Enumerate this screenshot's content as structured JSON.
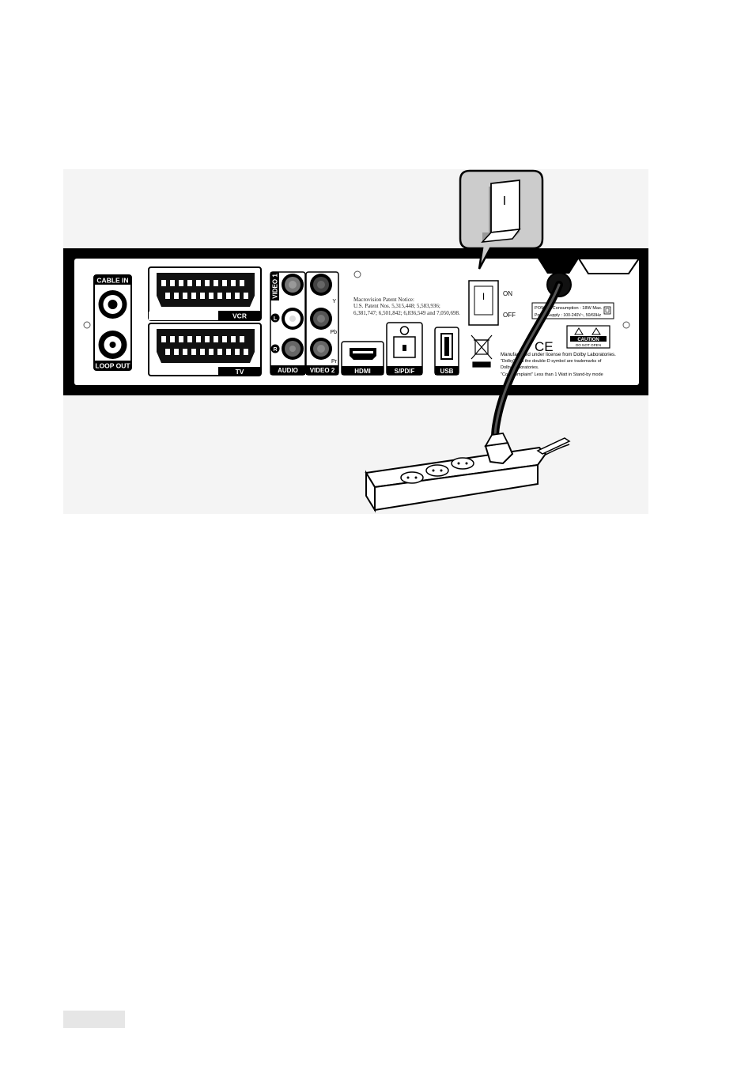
{
  "rear_panel": {
    "cable_in": "CABLE IN",
    "loop_out": "LOOP OUT",
    "vcr": "VCR",
    "tv": "TV",
    "video1": "VIDEO 1",
    "audio": "AUDIO",
    "video2": "VIDEO 2",
    "audio_left": "L",
    "audio_right": "R",
    "y": "Y",
    "pb": "Pb",
    "pr": "Pr",
    "hdmi": "HDMI",
    "spdif": "S/PDIF",
    "usb": "USB",
    "switch_symbol": "I",
    "on": "ON",
    "off": "OFF",
    "macrovision_title": "Macrovision Patent Notice:",
    "macrovision_line1": "U.S. Patent Nos. 5,315,448; 5,583,936;",
    "macrovision_line2": "6,381,747; 6,501,842; 6,836,549 and 7,050,698.",
    "power_consumption": "POWER Consumption : 18W Max.",
    "power_supply": "Power Supply : 100-240V~, 50/60Hz",
    "ce_mark": "CE",
    "caution_title": "CAUTION",
    "caution_sub": "DO NOT OPEN",
    "dolby_line1": "Manufactured under license from Dolby Laboratories.",
    "dolby_line2": "\"Dolby\" and the double-D symbol are trademarks of",
    "dolby_line3": "Dolby Laboratories.",
    "coc_line": "\"CoC-complaint\" Less than 1 Watt in Stand-by mode"
  },
  "callout": {
    "switch_symbol": "I"
  },
  "colors": {
    "panel": "#000000",
    "background_area": "#f3f3f3",
    "page_box": "#e6e6e6"
  }
}
